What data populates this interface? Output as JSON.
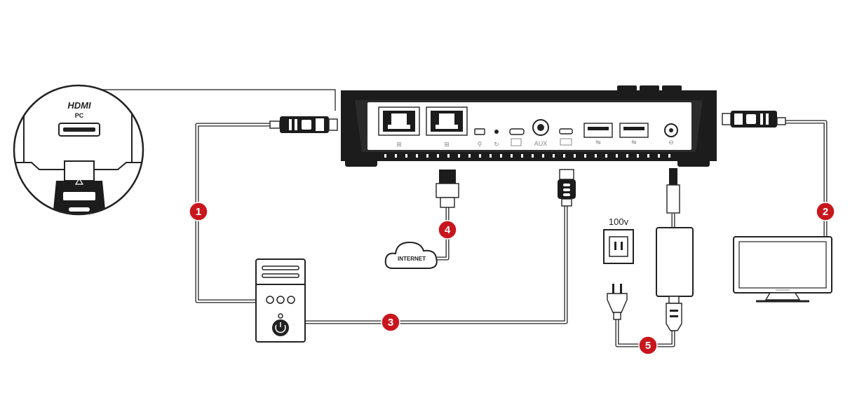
{
  "labels": {
    "hdmi_logo": "HDMI",
    "hdmi_port_label": "PC",
    "internet": "INTERNET",
    "outlet_voltage": "100v"
  },
  "ports": {
    "aux": "AUX"
  },
  "badges": [
    "1",
    "2",
    "3",
    "4",
    "5"
  ],
  "colors": {
    "badge": "#c8161d",
    "device": "#1c1c1c",
    "cable": "#222222"
  }
}
